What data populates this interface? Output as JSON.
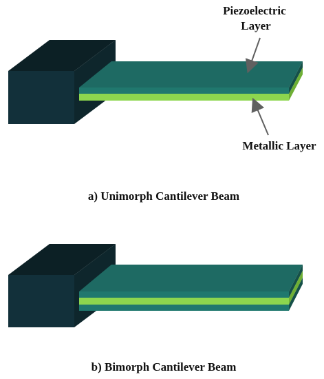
{
  "diagram_a": {
    "annotation_piezo": [
      "Piezoelectric",
      "Layer"
    ],
    "annotation_metal": "Metallic Layer",
    "caption": "a) Unimorph Cantilever Beam"
  },
  "diagram_b": {
    "caption": "b) Bimorph Cantilever Beam"
  },
  "colors": {
    "block_front": "#12303A",
    "block_top": "#0C2025",
    "block_side": "#0E262C",
    "beam_top": "#1E6A63",
    "beam_front": "#20786E",
    "beam_side": "#155048",
    "metal_front": "#8DD64E",
    "metal_side": "#6EAF35",
    "arrow": "#606060"
  }
}
